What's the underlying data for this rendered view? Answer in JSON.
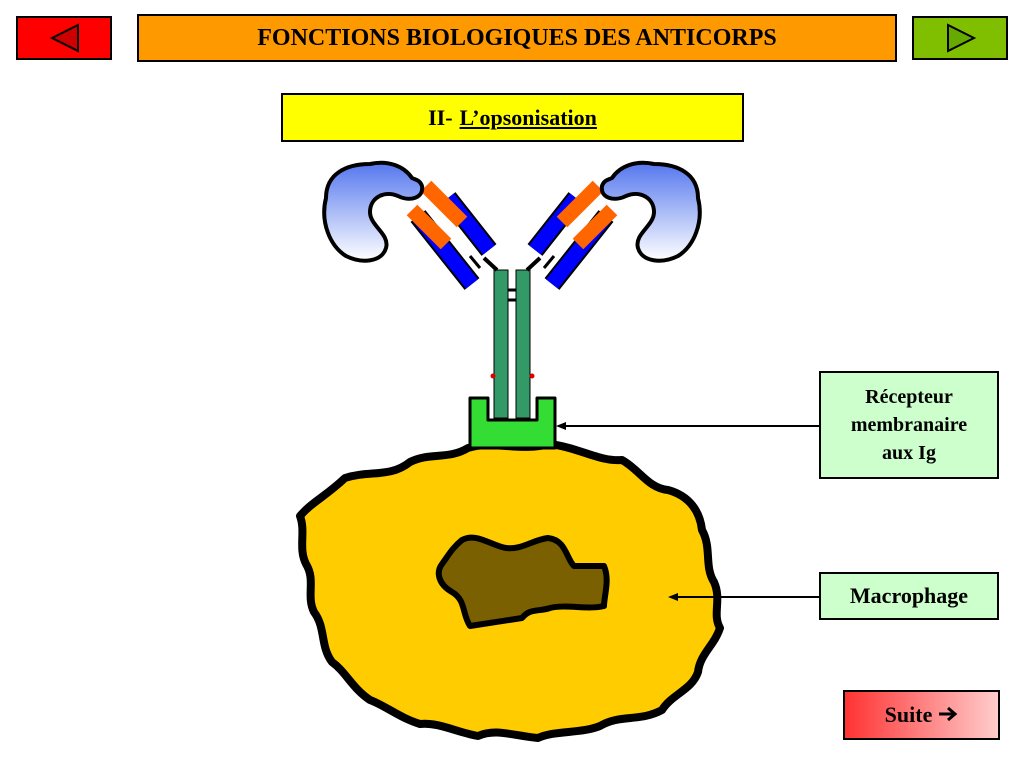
{
  "header": {
    "title": "FONCTIONS BIOLOGIQUES DES ANTICORPS",
    "prev_icon": "triangle-left-icon",
    "next_icon": "triangle-right-icon"
  },
  "section": {
    "number": "II-",
    "title": "L’opsonisation"
  },
  "labels": {
    "receptor": "Récepteur\nmembranaire\naux Ig",
    "macrophage": "Macrophage"
  },
  "footer": {
    "suite_label": "Suite",
    "suite_icon": "arrow-right-icon"
  },
  "colors": {
    "prev_button": "#ff0000",
    "next_button": "#7fbf00",
    "title_bar": "#ff9900",
    "subtitle_bar": "#ffff00",
    "label_box": "#ccffcc",
    "macrophage": "#ffcc00",
    "nucleus": "#7a6000",
    "receptor": "#33dd33",
    "heavy_chain_fc": "#339966",
    "heavy_chain_fab": "#0000ff",
    "light_chain": "#ff6600",
    "antigen": "#6688ee"
  }
}
